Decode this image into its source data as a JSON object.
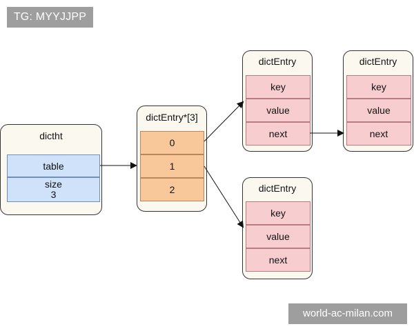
{
  "watermarks": {
    "top": "TG: MYYJJPP",
    "bottom": "world-ac-milan.com"
  },
  "diagram": {
    "dictht": {
      "title": "dictht",
      "fields": {
        "table": "table",
        "size_label": "size",
        "size_value": "3"
      }
    },
    "bucket_array": {
      "title": "dictEntry*[3]",
      "cells": [
        "0",
        "1",
        "2"
      ]
    },
    "entry_top_left": {
      "title": "dictEntry",
      "fields": [
        "key",
        "value",
        "next"
      ]
    },
    "entry_top_right": {
      "title": "dictEntry",
      "fields": [
        "key",
        "value",
        "next"
      ]
    },
    "entry_bottom": {
      "title": "dictEntry",
      "fields": [
        "key",
        "value",
        "next"
      ]
    }
  }
}
